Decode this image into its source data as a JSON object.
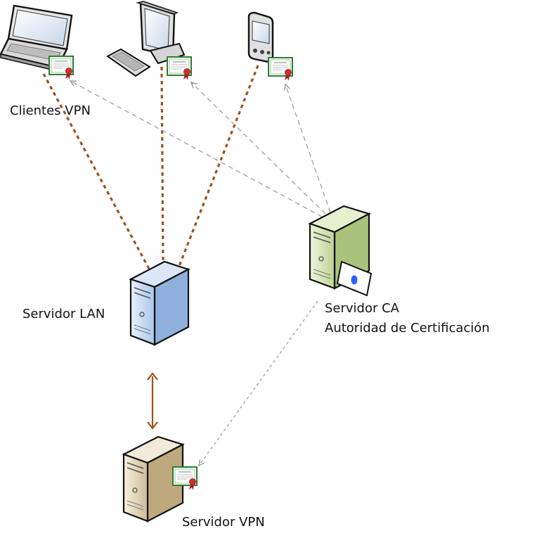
{
  "labels": {
    "clients": "Clientes VPN",
    "lan_server": "Servidor LAN",
    "ca_server_line1": "Servidor CA",
    "ca_server_line2": "Autoridad de Certificación",
    "vpn_server": "Servidor VPN"
  },
  "colors": {
    "vpn_link": "#a0521a",
    "cert_distribution": "#999999",
    "lan_server_body": "#c9dcf4",
    "ca_server_body": "#d5e4b6",
    "vpn_server_body": "#e4d8be",
    "certificate_border": "#2e7d32",
    "certificate_seal": "#c62828"
  },
  "icons": [
    "laptop-icon",
    "desktop-computer-icon",
    "pda-icon",
    "server-icon",
    "certificate-icon"
  ]
}
